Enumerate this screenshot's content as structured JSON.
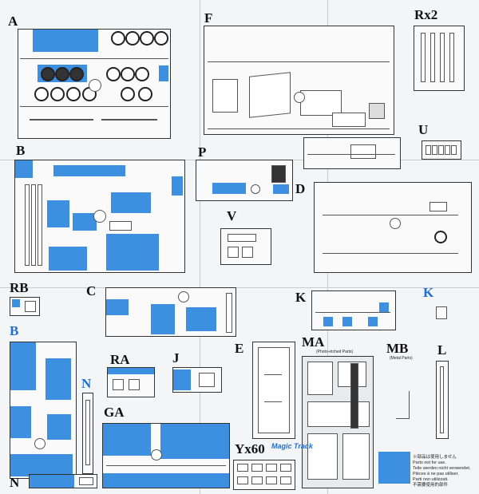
{
  "sheet": {
    "sprue_labels": {
      "A": "A",
      "F": "F",
      "Rx2": "Rx2",
      "U": "U",
      "B": "B",
      "P": "P",
      "D": "D",
      "V": "V",
      "RB": "RB",
      "C": "C",
      "K_black": "K",
      "K_blue": "K",
      "B_blue": "B",
      "E": "E",
      "MA": "MA",
      "MB": "MB",
      "L": "L",
      "RA": "RA",
      "J": "J",
      "N_blue": "N",
      "GA": "GA",
      "Yx60": "Yx60",
      "N": "N"
    },
    "ma_note": "(Photo-etched Parts)",
    "mb_note": "(Metal Parts)",
    "yx60_logo": "Magic Track",
    "legend": {
      "color": "#3d8fe0",
      "lines": [
        "※部品は使用しません",
        "Parts not for use.",
        "Teile werden nicht verwendet.",
        "Pièces à ne pas utiliser.",
        "Parti non utilizzati.",
        "不需要使用的部件"
      ]
    }
  }
}
